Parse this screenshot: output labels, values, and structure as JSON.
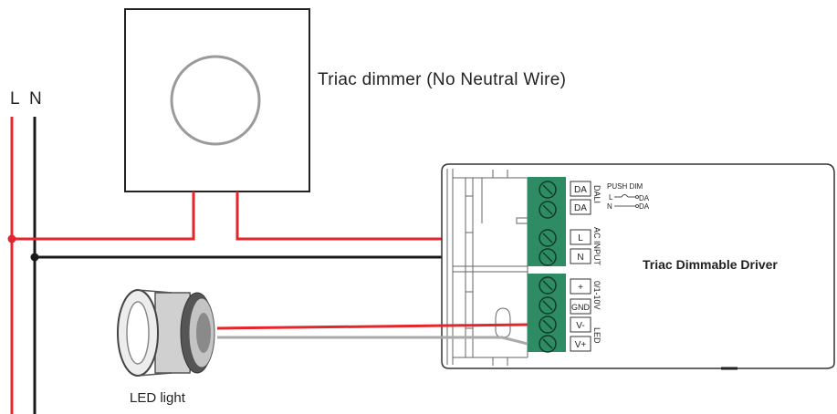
{
  "mains": {
    "line_label": "L",
    "neutral_label": "N"
  },
  "dimmer": {
    "label": "Triac dimmer (No Neutral Wire)"
  },
  "led": {
    "label": "LED light"
  },
  "driver": {
    "title": "Triac Dimmable Driver",
    "dali": {
      "group": "DALI",
      "terminals": [
        "DA",
        "DA"
      ],
      "push_dim_title": "PUSH DIM",
      "push_dim_line": "L",
      "push_dim_neutral": "N",
      "push_dim_da": "DA"
    },
    "ac_input": {
      "group": "AC INPUT",
      "terminals": [
        "L",
        "N"
      ]
    },
    "control": {
      "group": "0/1-10V",
      "terminals": [
        "+",
        "GND"
      ]
    },
    "led_out": {
      "group": "LED",
      "terminals": [
        "V-",
        "V+"
      ]
    }
  },
  "colors": {
    "line_wire": "#e4252c",
    "neutral_wire": "#1a1a1a",
    "terminal_block": "#2e8b64",
    "led_minus_wire": "#aaaaaa"
  }
}
